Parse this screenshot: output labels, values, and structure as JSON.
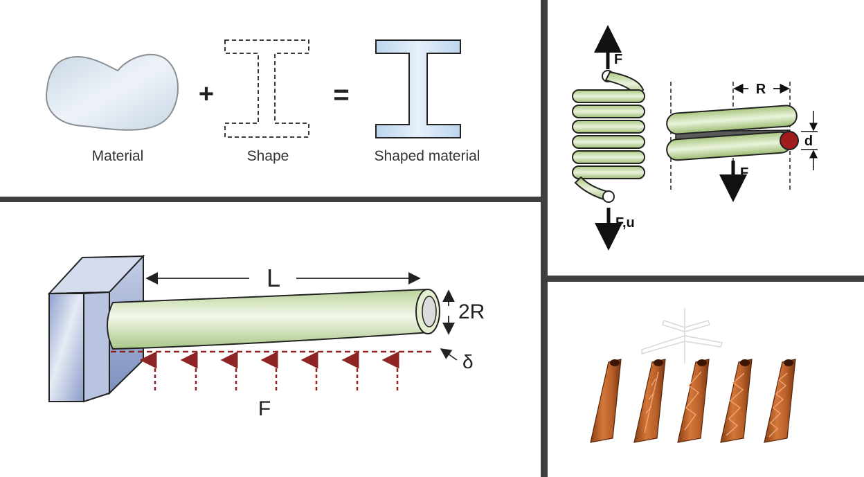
{
  "shape_equation": {
    "material_label": "Material",
    "shape_label": "Shape",
    "shaped_label": "Shaped material",
    "plus_sign": "+",
    "equals_sign": "="
  },
  "beam": {
    "length_label": "L",
    "diameter_label": "2R",
    "deflection_label": "δ",
    "force_label": "F"
  },
  "spring": {
    "force_top_label": "F",
    "force_bottom_label": "F,u",
    "radius_label": "R",
    "wire_diameter_label": "d",
    "force_mid_label": "F"
  },
  "colors": {
    "material_fill": "#d7e4f0",
    "ibeam_fill": "#cfe1f3",
    "tube_green": "#cfe3b3",
    "wall_blue": "#a6b6da",
    "dashed_red": "#8e2424",
    "copper": "#c0652a",
    "wire_red": "#a11c1c"
  }
}
